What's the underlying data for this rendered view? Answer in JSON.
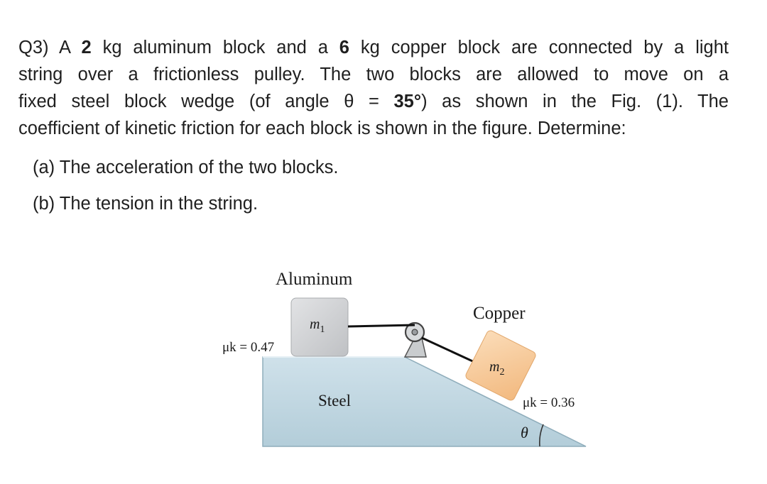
{
  "question": {
    "line1_pre": "Q3) A ",
    "line1_b1": "2",
    "line1_mid": " kg aluminum block and a ",
    "line1_b2": "6",
    "line1_post": " kg copper block are connected by a light",
    "line2": "string over a frictionless pulley. The two blocks are allowed to move on a",
    "line3_pre": "fixed steel block wedge (of angle θ = ",
    "line3_b": "35°",
    "line3_post": ") as shown in the Fig. (1). The",
    "line4": "coefficient of kinetic friction for each block is shown in the figure. Determine:"
  },
  "parts": {
    "a": "(a) The acceleration of the two blocks.",
    "b": "(b) The tension in the string."
  },
  "figure": {
    "aluminum_label": "Aluminum",
    "copper_label": "Copper",
    "steel_label": "Steel",
    "m1_label": "m",
    "m1_sub": "1",
    "m2_label": "m",
    "m2_sub": "2",
    "mu1_label": "μk = 0.47",
    "mu2_label": "μk = 0.36",
    "theta_label": "θ",
    "colors": {
      "steel": "#c2d8e2",
      "steel_edge": "#8aa7b5",
      "aluminum": "#cfd1d3",
      "copper": "#f7c99a",
      "string": "#111111"
    }
  }
}
